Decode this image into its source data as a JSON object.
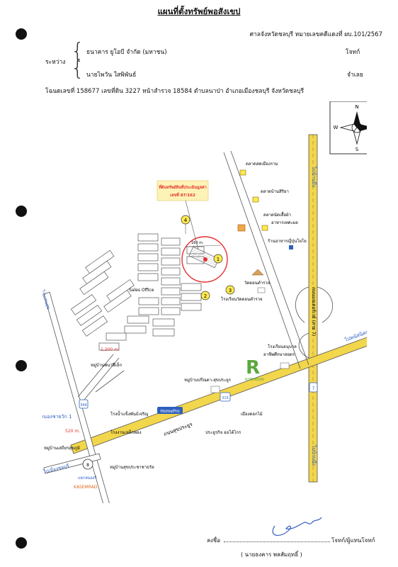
{
  "header": {
    "title": "แผนที่ตั้งทรัพย์พอสังเขป",
    "court": "ศาลจังหวัดชลบุรี หมายเลขคดีแดงที่ ผบ.101/2567",
    "between_label": "ระหว่าง",
    "plaintiff": "ธนาคาร ยูโอบี จำกัด (มหาชน)",
    "plaintiff_role": "โจทก์",
    "defendant": "นายไพวัน ใสพิพันธ์",
    "defendant_role": "จำเลย",
    "deed_info": "โฉนดเลขที่ 158677 เลขที่ดิน 3227 หน้าสำรวจ 18584 ตำบลนาป่า อำเภอเมืองชลบุรี จังหวัดชลบุรี"
  },
  "compass": {
    "n": "N",
    "s": "S",
    "e": "E",
    "w": "W"
  },
  "map": {
    "property_label_line1": "ที่ดินทรัพย์สินที่ประเมินมูลค่า",
    "property_label_line2": "เลขที่ 87/162",
    "markers": [
      "1",
      "2",
      "3",
      "4"
    ],
    "dim_label": "160 m.",
    "dist_1200": "1,200 m.",
    "dist_520": "520 m.",
    "roads": {
      "to_banbung_top": "ไปบ้านบึง",
      "to_banbung_bottom": "ไปบ้านบึง",
      "to_phanatnikhom": "ไปพนัสนิคม",
      "to_mueang_chonburi": "ไปเมืองชลบุรี",
      "to_saensuk": "ไปแสนสุข",
      "motorway": "ถนนมอเตอร์เวย์ (สาย 7)",
      "sukprayoon": "ถนนสุขประยูร",
      "nongmaidaeng": "ถนนหนองชายวัก 1"
    },
    "highway_7": "7",
    "highway_315": "315",
    "highway_344": "344",
    "places": {
      "market_sodsuwan": "ตลาดสดเมืองราม",
      "market_banthipraya": "ตลาดบ้านสิริยา",
      "market_nonfood": "ตลาดนัดเสื้อผ้า",
      "market_nonfood2": "อาหารเทศะผล",
      "restaurant": "ร้านอาหารญี่ปุ่นโยโย",
      "temple": "วัดดอนตำรวจ",
      "school_watdon": "โรงเรียนวัดดอนตำรวจ",
      "sales_office": "Sales Office",
      "school_anuban": "โรงเรียนอนุบาล",
      "school_anuban2": "อาชีพศึกษาสอดร",
      "robinson": "ROBINSON",
      "village_nongbua": "หมู่บ้านพนาฬีเล็ก",
      "village_supreeya": "หมู่บ้านปรีณดา-สุขประยูร",
      "shop_pinn": "เมืองดอกไม้",
      "hotel": "โรงน้ำแข็งพันธ์เจริญ",
      "homepro": "HomePro",
      "warehouse": "โรงงานเหล็กทอง",
      "chemical": "ประยูรกิจ ออโต้ไกร",
      "village_setthi": "หมู่บ้านเสถียรสุขภูมิ",
      "village_prachakit": "หมู่บ้านสุขประชาชาธรัล",
      "hospital": "KASEMRAD",
      "nongphai": "แยกหนองรี"
    }
  },
  "signature": {
    "sign_label": "ลงชื่อ",
    "role": "โจทก์/ผู้แทนโจทก์",
    "name": "( นายธงคาร พลสัมฤทธิ์ )"
  },
  "colors": {
    "road_yellow": "#f2d64b",
    "road_outline": "#555555",
    "highlight_red": "#e53030",
    "marker_yellow": "#ffe94f",
    "blue_label": "#2d5fbf",
    "robinson_green": "#5aa83b"
  }
}
